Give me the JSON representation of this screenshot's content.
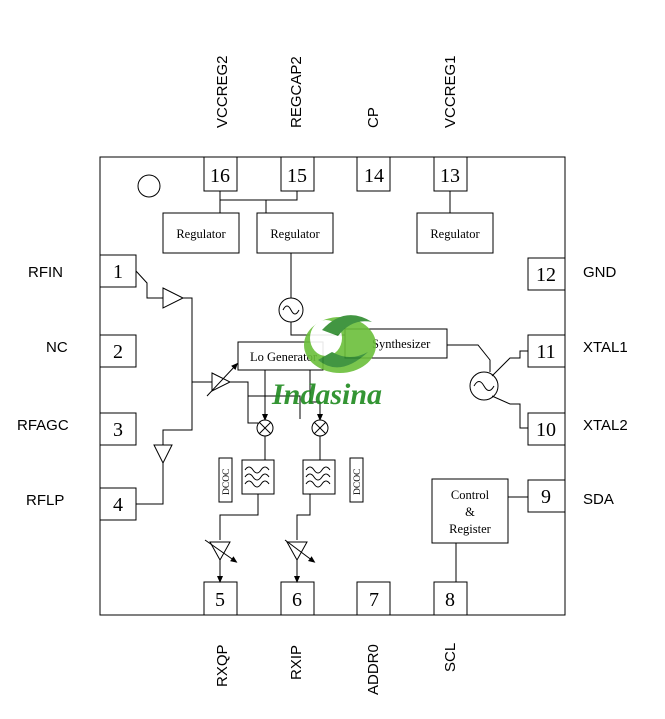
{
  "pins": {
    "p1": {
      "num": "1",
      "name": "RFIN"
    },
    "p2": {
      "num": "2",
      "name": "NC"
    },
    "p3": {
      "num": "3",
      "name": "RFAGC"
    },
    "p4": {
      "num": "4",
      "name": "RFLP"
    },
    "p5": {
      "num": "5",
      "name": "RXQP"
    },
    "p6": {
      "num": "6",
      "name": "RXIP"
    },
    "p7": {
      "num": "7",
      "name": "ADDR0"
    },
    "p8": {
      "num": "8",
      "name": "SCL"
    },
    "p9": {
      "num": "9",
      "name": "SDA"
    },
    "p10": {
      "num": "10",
      "name": "XTAL2"
    },
    "p11": {
      "num": "11",
      "name": "XTAL1"
    },
    "p12": {
      "num": "12",
      "name": "GND"
    },
    "p13": {
      "num": "13",
      "name": "VCCREG1"
    },
    "p14": {
      "num": "14",
      "name": "CP"
    },
    "p15": {
      "num": "15",
      "name": "REGCAP2"
    },
    "p16": {
      "num": "16",
      "name": "VCCREG2"
    }
  },
  "blocks": {
    "regulator_left": "Regulator",
    "regulator_mid": "Regulator",
    "regulator_right": "Regulator",
    "lo_generator": "Lo Generator",
    "synthesizer": "Synthesizer",
    "control_line1": "Control",
    "control_line2": "&",
    "control_line3": "Register",
    "dcoc_left": "DCOC",
    "dcoc_right": "DCOC"
  },
  "watermark": {
    "text": "Indasina",
    "color": "#1f8a1f"
  }
}
